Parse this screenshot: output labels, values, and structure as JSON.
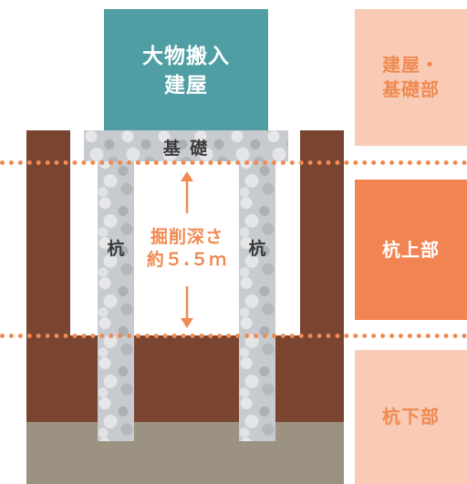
{
  "building_label_line1": "大物搬入",
  "building_label_line2": "建屋",
  "foundation_label": "基 礎",
  "pile_label_left": "杭",
  "pile_label_right": "杭",
  "excavation_line1": "掘削深さ",
  "excavation_line2": "約５.５ｍ",
  "panels": {
    "top_line1": "建屋・",
    "top_line2": "基礎部",
    "middle": "杭上部",
    "bottom": "杭下部"
  },
  "colors": {
    "building": "#4f9ea3",
    "panel_light": "#f9cbb6",
    "panel_dark": "#f28352",
    "panel_text_light": "#ef8a52",
    "accent_orange": "#ef8a52",
    "soil": "#7a4530",
    "gravel": "#9b9282"
  }
}
